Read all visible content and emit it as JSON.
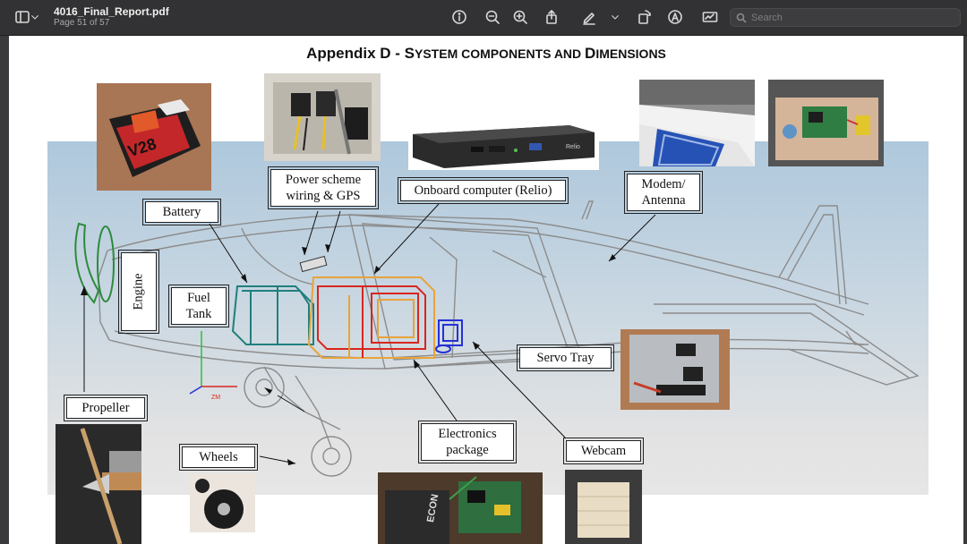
{
  "window": {
    "doc_title": "4016_Final_Report.pdf",
    "page_indicator": "Page 51 of 57",
    "search_placeholder": "Search"
  },
  "toolbar_icons": [
    "sidebar-icon",
    "chevron-down-icon",
    "info-icon",
    "zoom-out-icon",
    "zoom-in-icon",
    "share-icon",
    "markup-pen-icon",
    "chevron-down-icon",
    "rotate-icon",
    "annotate-icon",
    "signature-icon",
    "search-icon"
  ],
  "page": {
    "heading_main": "Appendix D - ",
    "heading_sc_1": "S",
    "heading_sc_2": "YSTEM COMPONENTS AND ",
    "heading_sc_3": "D",
    "heading_sc_4": "IMENSIONS",
    "labels": {
      "power_line1": "Power scheme",
      "power_line2": "wiring & GPS",
      "onboard": "Onboard computer (Relio)",
      "modem_line1": "Modem/",
      "modem_line2": "Antenna",
      "battery": "Battery",
      "engine": "Engine",
      "fuel_line1": "Fuel",
      "fuel_line2": "Tank",
      "servo": "Servo Tray",
      "propeller": "Propeller",
      "electronics_line1": "Electronics",
      "electronics_line2": "package",
      "webcam": "Webcam",
      "wheels": "Wheels"
    },
    "photo_texts": {
      "battery_brand": "V28",
      "relio_brand": "Relio",
      "electronics_brand": "ECON"
    },
    "axis_text": "ZM"
  },
  "colors": {
    "toolbar_bg": "#323234",
    "band_top": "#aec8dc",
    "band_bottom": "#e6e6e6",
    "battery_teal": "#1f7f7c",
    "electronics_orange": "#e8a33a",
    "electronics_red": "#d8261e",
    "webcam_blue": "#2531d6",
    "propeller_green": "#2d8a3c"
  }
}
